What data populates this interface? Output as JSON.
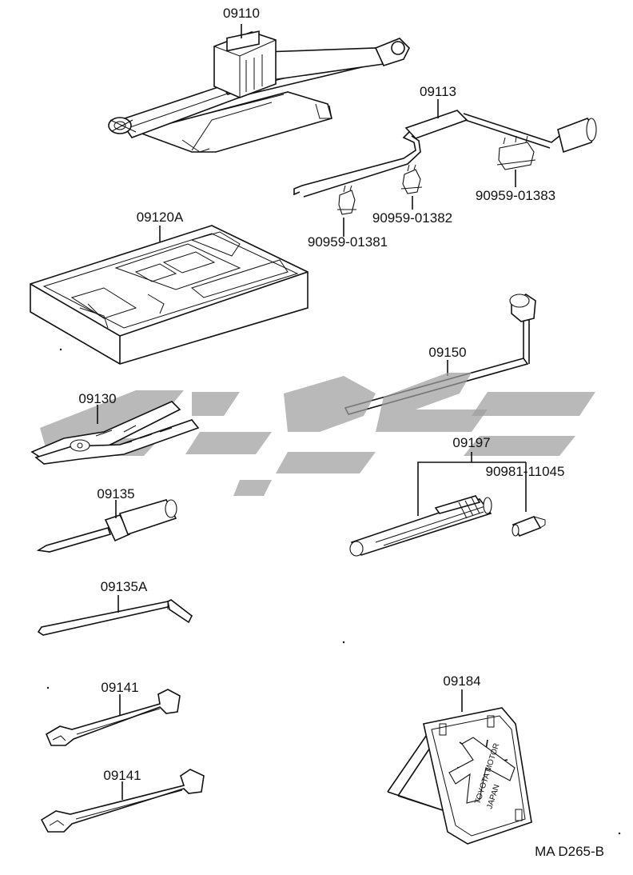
{
  "diagram": {
    "colors": {
      "ink": "#111111",
      "watermark": "#9e9e9e",
      "background": "#ffffff"
    },
    "parts": {
      "jack": {
        "label": "09110",
        "icon": "scissor-jack-icon"
      },
      "jack_handle": {
        "label": "09113",
        "icon": "jack-handle-icon"
      },
      "clamp_1": {
        "label": "90959-01381",
        "icon": "clamp-icon"
      },
      "clamp_2": {
        "label": "90959-01382",
        "icon": "clamp-icon"
      },
      "clamp_3": {
        "label": "90959-01383",
        "icon": "clamp-icon"
      },
      "tool_tray": {
        "label": "09120A",
        "icon": "tool-tray-icon"
      },
      "wheel_wrench": {
        "label": "09150",
        "icon": "lug-wrench-icon"
      },
      "pliers": {
        "label": "09130",
        "icon": "pliers-icon"
      },
      "screwdriver": {
        "label": "09135",
        "icon": "screwdriver-icon"
      },
      "screwdriver_bent": {
        "label": "09135A",
        "icon": "offset-screwdriver-icon"
      },
      "gauge": {
        "label": "09197",
        "icon": "tire-gauge-icon"
      },
      "gauge_cap": {
        "label": "90981-11045",
        "icon": "valve-cap-icon"
      },
      "wrench_1": {
        "label": "09141",
        "icon": "open-end-wrench-icon"
      },
      "wrench_2": {
        "label": "09141",
        "icon": "open-end-wrench-icon"
      },
      "triangle_stand": {
        "label": "09184",
        "icon": "warning-triangle-icon",
        "stamp_line1": "TOYOTA MOTOR",
        "stamp_line2": "JAPAN"
      }
    },
    "figure_code": "MA D265-B"
  }
}
